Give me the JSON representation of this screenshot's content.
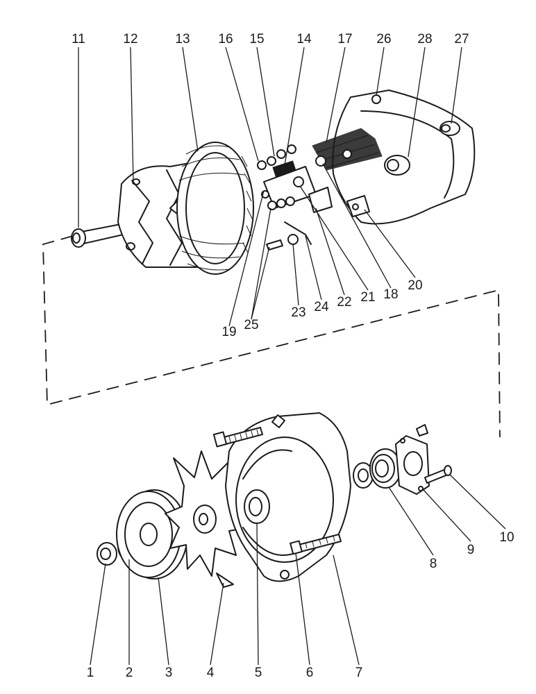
{
  "diagram": {
    "type": "exploded-parts-view",
    "part_labels": [
      "1",
      "2",
      "3",
      "4",
      "5",
      "6",
      "7",
      "8",
      "9",
      "10",
      "11",
      "12",
      "13",
      "14",
      "15",
      "16",
      "17",
      "18",
      "19",
      "20",
      "21",
      "22",
      "23",
      "24",
      "25",
      "26",
      "27",
      "28"
    ],
    "ink_color": "#1a1a1a",
    "background": "#ffffff"
  }
}
